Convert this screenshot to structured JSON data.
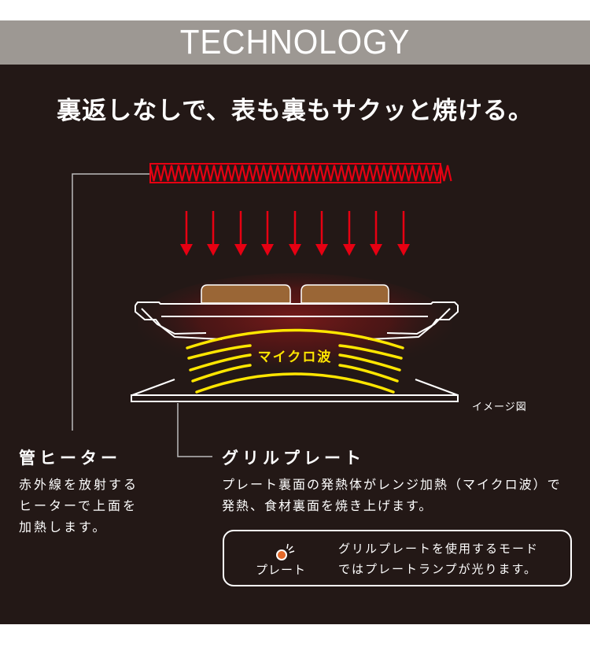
{
  "header": {
    "title": "TECHNOLOGY"
  },
  "headline": "裏返しなしで、表も裏もサクッと焼ける。",
  "diagram": {
    "microwave_label": "マイクロ波",
    "image_note": "イメージ図",
    "colors": {
      "background": "#231816",
      "header_bar": "#9d9893",
      "heater_red": "#e60012",
      "microwave_yellow": "#ffe600",
      "food_brown": "#9a6636",
      "lamp_orange": "#e2692a"
    },
    "arrow_count": 9
  },
  "heater": {
    "title": "管ヒーター",
    "desc_lines": [
      "赤外線を放射する",
      "ヒーターで上面を",
      "加熱します。"
    ]
  },
  "grill_plate": {
    "title": "グリルプレート",
    "desc_lines": [
      "プレート裏面の発熱体がレンジ加熱（マイクロ波）で",
      "発熱、食材裏面を焼き上げます。"
    ]
  },
  "lamp_note": {
    "label": "プレート",
    "desc_lines": [
      "グリルプレートを使用するモード",
      "ではプレートランプが光ります。"
    ]
  }
}
